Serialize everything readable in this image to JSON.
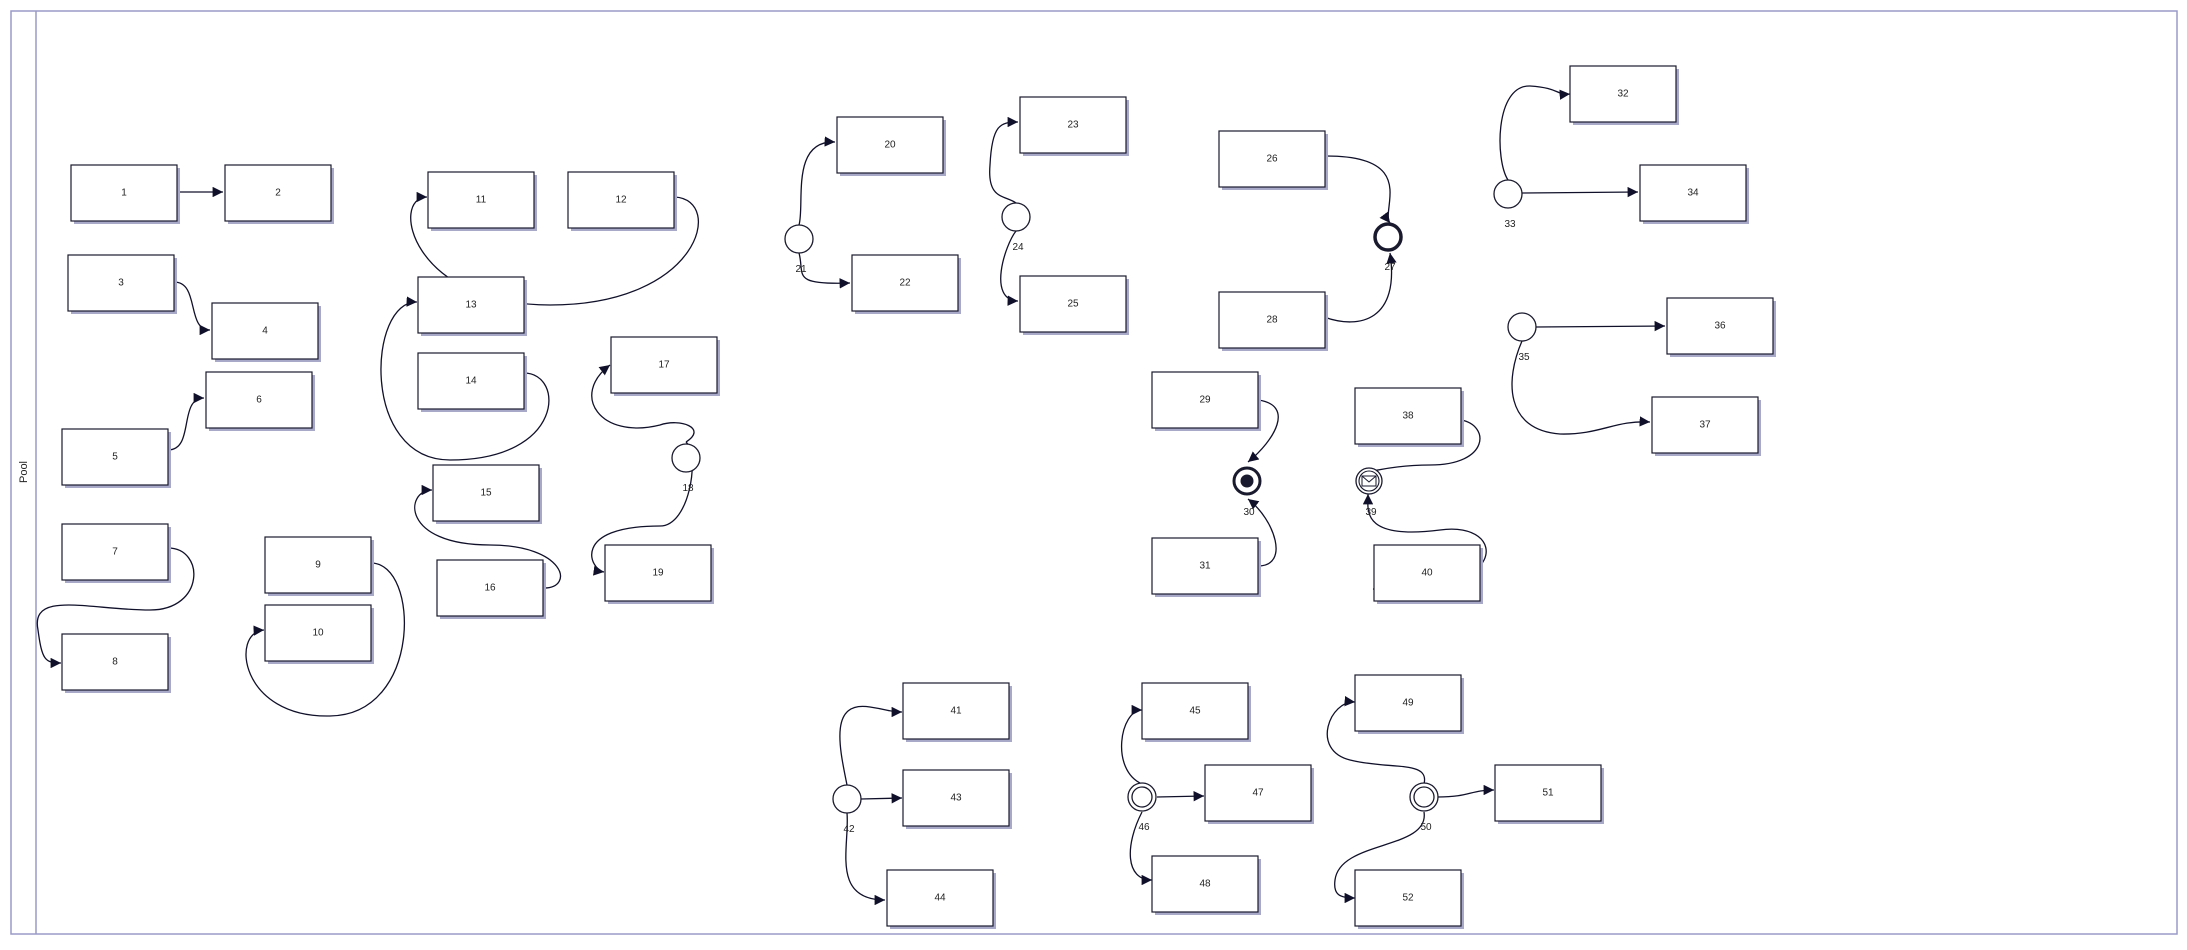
{
  "pool": {
    "label": "Pool"
  },
  "colors": {
    "stroke": "#1a1a2e",
    "pool_border": "#9a9ac8",
    "shadow": "#a8a8c8",
    "flow": "#10102a"
  },
  "tasks": [
    "1",
    "2",
    "3",
    "4",
    "5",
    "6",
    "7",
    "8",
    "9",
    "10",
    "11",
    "12",
    "13",
    "14",
    "15",
    "16",
    "17",
    "19",
    "20",
    "22",
    "23",
    "25",
    "26",
    "28",
    "29",
    "31",
    "32",
    "34",
    "36",
    "37",
    "38",
    "40",
    "41",
    "43",
    "44",
    "45",
    "47",
    "48",
    "49",
    "51",
    "52"
  ],
  "events": [
    {
      "label": "18",
      "kind": "gateway-start"
    },
    {
      "label": "21",
      "kind": "gateway-start"
    },
    {
      "label": "24",
      "kind": "gateway-start"
    },
    {
      "label": "27",
      "kind": "end"
    },
    {
      "label": "30",
      "kind": "terminate-end"
    },
    {
      "label": "33",
      "kind": "gateway-start"
    },
    {
      "label": "35",
      "kind": "gateway-start"
    },
    {
      "label": "39",
      "kind": "message-intermediate"
    },
    {
      "label": "42",
      "kind": "gateway-start"
    },
    {
      "label": "46",
      "kind": "intermediate"
    },
    {
      "label": "50",
      "kind": "intermediate"
    }
  ]
}
